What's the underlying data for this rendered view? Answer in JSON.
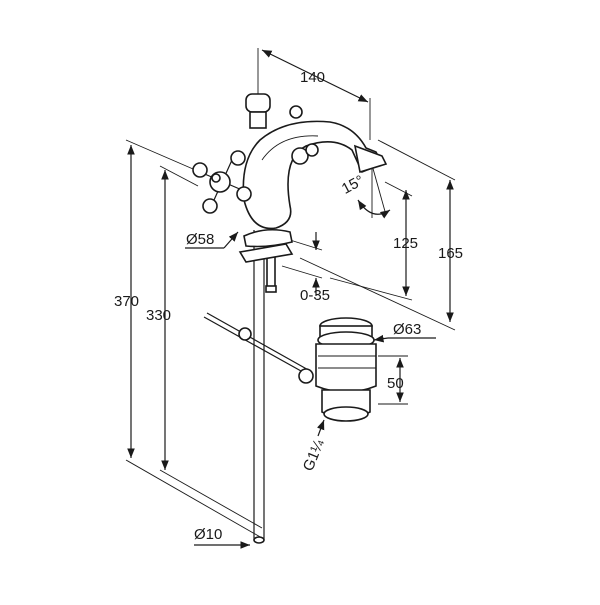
{
  "dimensions": {
    "spout_reach": "140",
    "spout_angle": "15°",
    "spout_clearance": "125",
    "spout_height": "165",
    "base_diameter": "Ø58",
    "deck_thickness": "0-35",
    "total_height": "370",
    "rod_height": "330",
    "waste_diameter": "Ø63",
    "waste_depth": "50",
    "waste_thread": "G1¼",
    "pipe_diameter": "Ø10"
  }
}
